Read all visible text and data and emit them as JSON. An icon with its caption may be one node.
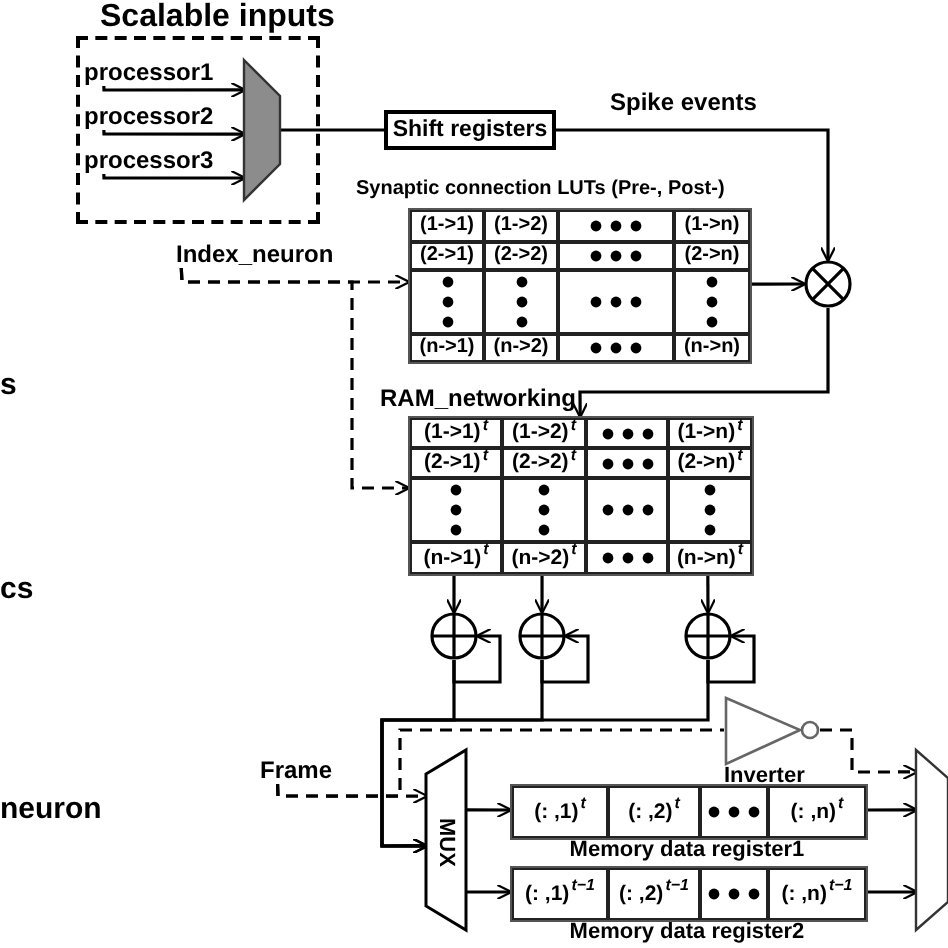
{
  "diagram": {
    "nodes": [
      {
        "text": [
          "Scalable inputs"
        ]
      },
      {
        "text": [
          "processor1"
        ],
        "in": 0
      },
      {
        "text": [
          "processor2"
        ],
        "in": 0
      },
      {
        "text": [
          "processor3"
        ],
        "in": 0
      },
      {
        "text": [],
        "shape": "trapezoid",
        "in": 0
      },
      {
        "text": [
          "Shift registers"
        ]
      },
      {
        "text": [
          "Synaptic connection LUTs (Pre-, Post-)",
          "(1->1)",
          "(1->2)",
          "(1->n)",
          "(2->1)",
          "(2->2)",
          "(2->n)",
          "(n->1)",
          "(n->2)",
          "(n->n)"
        ]
      },
      {
        "text": [],
        "shape": "circle"
      },
      {
        "text": [
          "Index_neuron"
        ]
      },
      {
        "text": [
          "RAM_networking",
          "(1->1)$^{t}$",
          "(1->2)$^{t}$",
          "(1->n)$^{t}$",
          "(2->1)$^{t}$",
          "(2->2)$^{t}$",
          "(2->n)$^{t}$",
          "(n->1)$^{t}$",
          "(n->2)$^{t}$",
          "(n->n)$^{t}$"
        ]
      },
      {
        "text": [],
        "shape": "circle"
      },
      {
        "text": [],
        "shape": "circle"
      },
      {
        "text": [],
        "shape": "circle"
      },
      {
        "text": [
          "Frame"
        ]
      },
      {
        "text": [
          "MUX"
        ]
      },
      {
        "text": [
          "Inverter"
        ]
      },
      {
        "text": [
          "(: ,1)$^{t}$",
          "(: ,2)$^{t}$",
          "(: ,n)$^{t}$",
          "Memory data register1"
        ]
      },
      {
        "text": [
          "(: ,1)$^{t−1}$",
          "(: ,2)$^{t−1}$",
          "(: ,n)$^{t−1}$",
          "Memory data register2"
        ]
      },
      {
        "text": [],
        "shape": "trapezoid"
      }
    ],
    "edges": [
      {
        "from": 1,
        "to": 4,
        "arrow": "to"
      },
      {
        "from": 2,
        "to": 4,
        "arrow": "to"
      },
      {
        "from": 3,
        "to": 4,
        "arrow": "to"
      },
      {
        "from": 4,
        "to": 5,
        "arrow": "none"
      },
      {
        "from": 5,
        "to": 7,
        "arrow": "to",
        "label": "Spike events"
      },
      {
        "from": 6,
        "to": 7,
        "arrow": "to"
      },
      {
        "from": 7,
        "to": 9,
        "arrow": "to"
      },
      {
        "from": 8,
        "to": 6,
        "arrow": "to",
        "style": "dashed"
      },
      {
        "from": 8,
        "to": 9,
        "arrow": "to",
        "style": "dashed"
      },
      {
        "from": 9,
        "to": 10,
        "arrow": "to"
      },
      {
        "from": 9,
        "to": 11,
        "arrow": "to"
      },
      {
        "from": 9,
        "to": 12,
        "arrow": "to"
      },
      {
        "from": 10,
        "to": 10,
        "arrow": "to"
      },
      {
        "from": 11,
        "to": 11,
        "arrow": "to"
      },
      {
        "from": 12,
        "to": 12,
        "arrow": "to"
      },
      {
        "from": 10,
        "to": 14,
        "arrow": "to"
      },
      {
        "from": 11,
        "to": 14,
        "arrow": "to"
      },
      {
        "from": 12,
        "to": 14,
        "arrow": "to"
      },
      {
        "from": 13,
        "to": 14,
        "arrow": "to",
        "style": "dashed"
      },
      {
        "from": 13,
        "to": 15,
        "arrow": "none",
        "style": "dashed"
      },
      {
        "from": 15,
        "to": 18,
        "arrow": "to",
        "style": "dashed"
      },
      {
        "from": 14,
        "to": 16,
        "arrow": "to"
      },
      {
        "from": 14,
        "to": 17,
        "arrow": "to"
      },
      {
        "from": 16,
        "to": 18,
        "arrow": "to"
      },
      {
        "from": 17,
        "to": 18,
        "arrow": "to"
      }
    ],
    "labels": [
      "s",
      "cs",
      "neuron"
    ]
  }
}
